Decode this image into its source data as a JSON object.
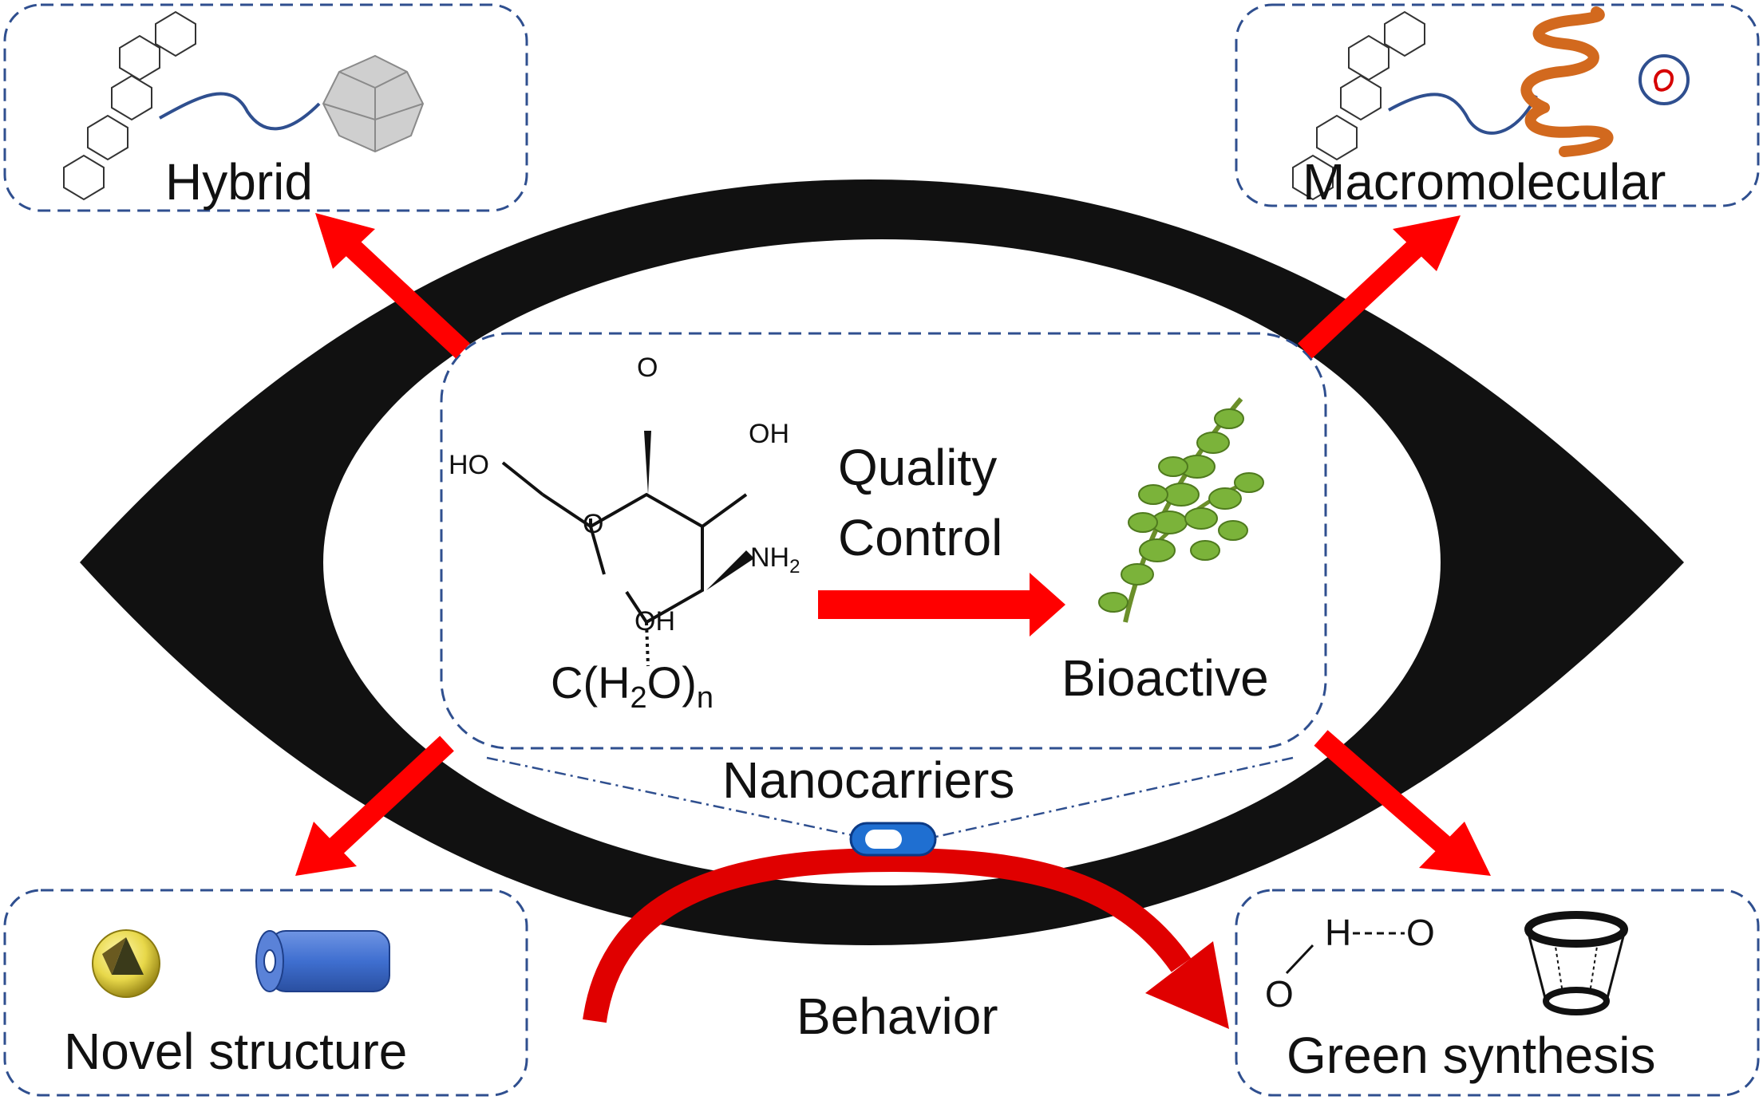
{
  "center": {
    "formula": {
      "base": "C(H",
      "sub2": "2",
      "mid": "O)",
      "subn": "n"
    },
    "molecule": {
      "o_top": "O",
      "oh_right": "OH",
      "ho_left": "HO",
      "o_ring": "O",
      "nh2": "NH",
      "nh2_sub": "2",
      "oh_bottom": "OH"
    },
    "arrow_label_line1": "Quality",
    "arrow_label_line2": "Control",
    "bioactive": "Bioactive",
    "nanocarriers": "Nanocarriers",
    "behavior": "Behavior"
  },
  "boxes": {
    "hybrid": "Hybrid",
    "macromolecular": "Macromolecular",
    "novel_structure": "Novel structure",
    "green_synthesis": "Green synthesis"
  },
  "green_synthesis_molecule": {
    "h": "H",
    "o_right": "O",
    "o_left": "O"
  },
  "colors": {
    "arrow_red": "#ff0000",
    "dash_blue": "#2f4f8f",
    "eye_black": "#111111",
    "capsule_blue": "#1f6fd1",
    "plant_green": "#7bb33a",
    "spring_orange": "#d2691e",
    "sphere_yellow": "#e8d84a",
    "cylinder_blue": "#3f6fd0"
  },
  "icons": [
    "molecule-structure",
    "glucosamine-molecule",
    "plant-icon",
    "capsule-icon",
    "core-shell-sphere-icon",
    "nanotube-icon",
    "cyclodextrin-cone-icon",
    "polyhedron-icon",
    "spring-polymer-icon"
  ]
}
